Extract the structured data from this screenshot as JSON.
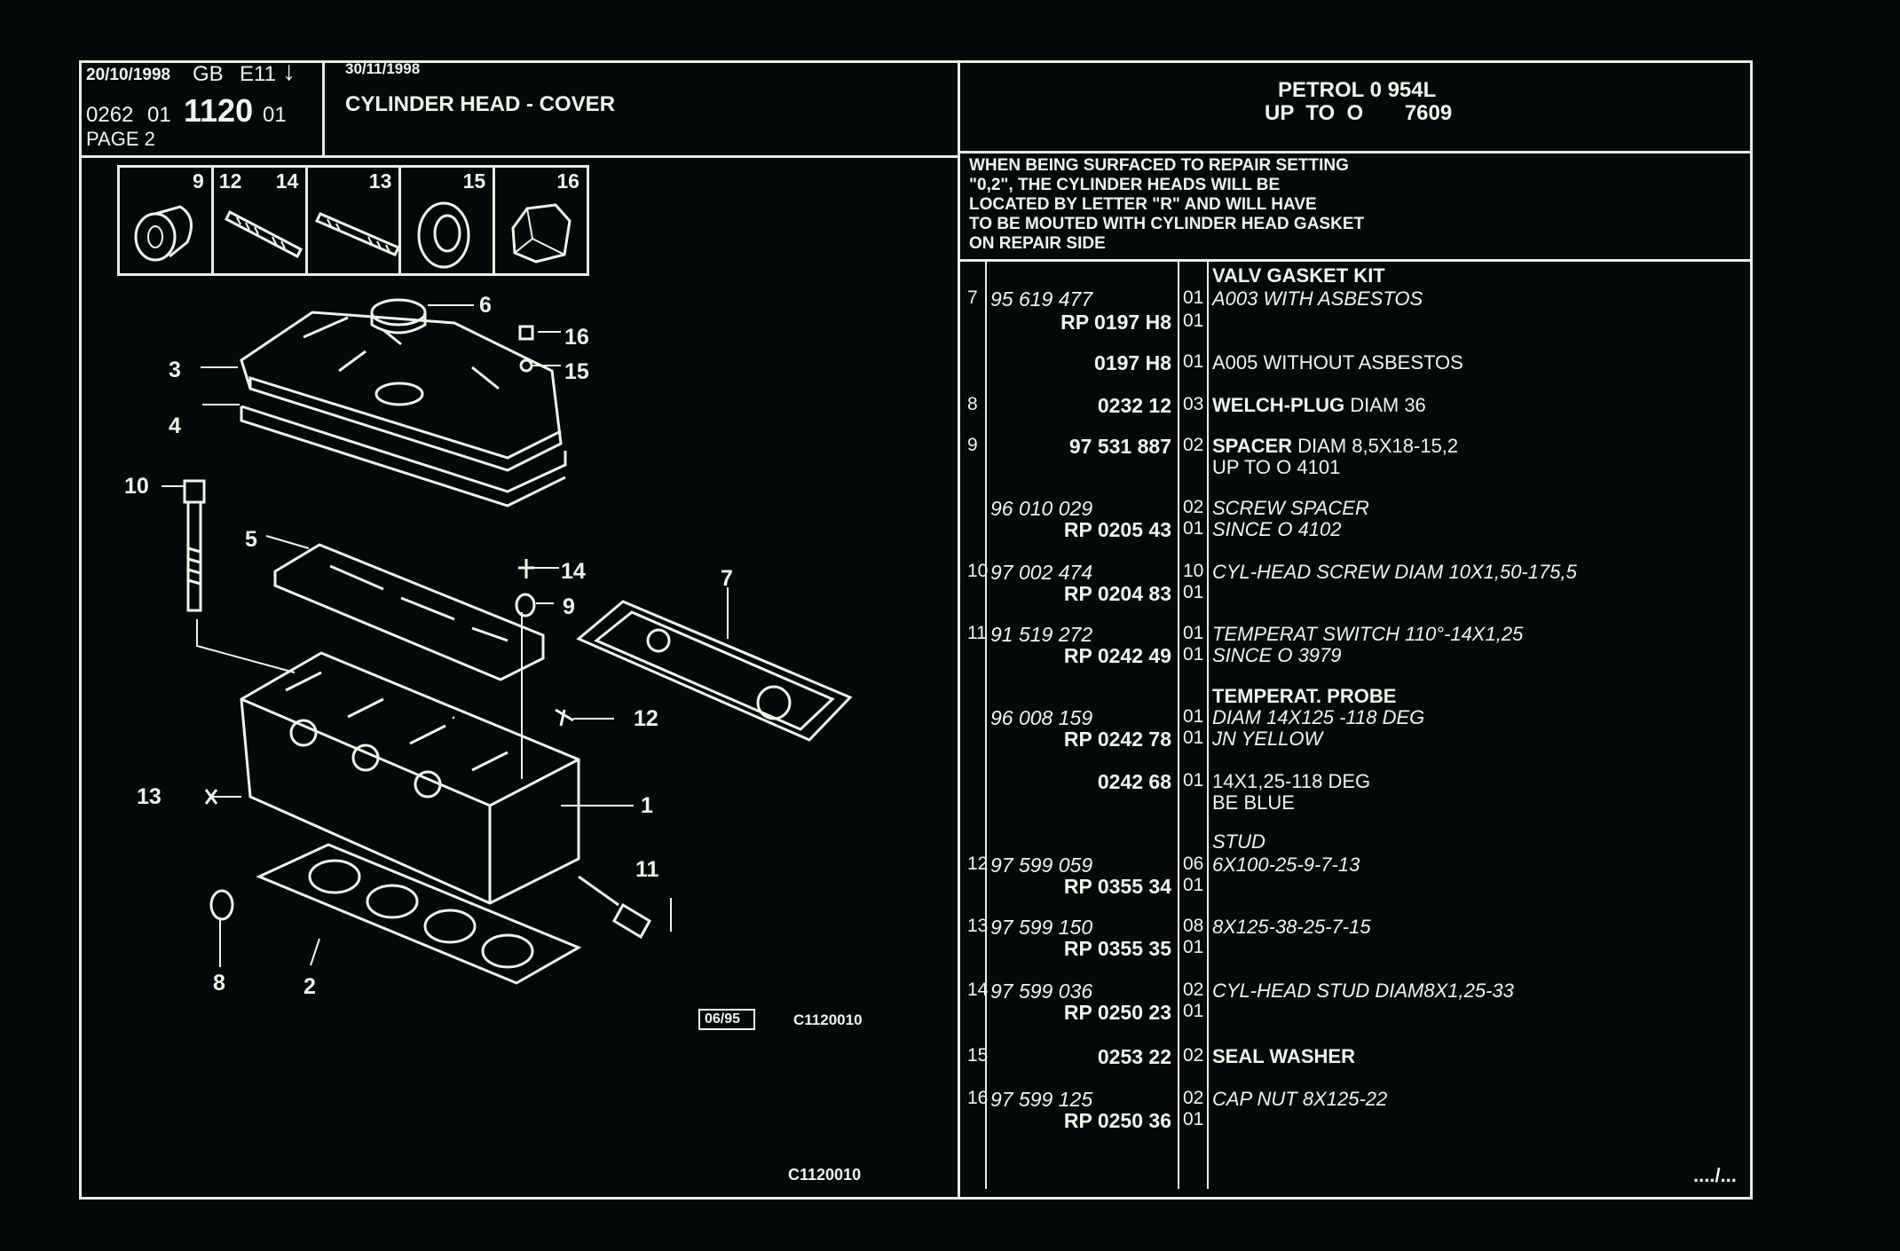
{
  "header": {
    "date": "20/10/1998",
    "country": "GB",
    "edition": "E11",
    "arrow": "↓",
    "date2": "30/11/1998",
    "group": "0262",
    "sub": "01",
    "section": "1120",
    "sub2": "01",
    "page": "PAGE  2",
    "title": "CYLINDER HEAD - COVER",
    "engine_line1": "PETROL 0 954L",
    "engine_line2": "UP  TO  O       7609"
  },
  "note": [
    "WHEN BEING SURFACED TO REPAIR SETTING",
    "\"0,2\", THE CYLINDER HEADS WILL BE",
    "LOCATED BY LETTER \"R\" AND WILL HAVE",
    "TO BE MOUTED WITH CYLINDER HEAD GASKET",
    "ON REPAIR SIDE"
  ],
  "thumbs": [
    {
      "label": "9",
      "icon": "spacer-icon"
    },
    {
      "label": "12      14",
      "icon": "stud-icon"
    },
    {
      "label": "13",
      "icon": "stud-icon"
    },
    {
      "label": "15",
      "icon": "seal-washer-icon"
    },
    {
      "label": "16",
      "icon": "cap-nut-icon"
    }
  ],
  "callouts": [
    "6",
    "16",
    "15",
    "3",
    "4",
    "10",
    "5",
    "14",
    "9",
    "7",
    "12",
    "13",
    "1",
    "11",
    "8",
    "2"
  ],
  "diagram_stamp": "06/95",
  "diagram_code": "C1120010",
  "footer_code": "C1120010",
  "continue_mark": "..../...",
  "parts": [
    {
      "ref": "",
      "num": "",
      "code": "",
      "qty": "",
      "desc": "VALV GASKET KIT",
      "style": "bold"
    },
    {
      "ref": "7",
      "num": "95 619 477",
      "code": "",
      "qty": "01",
      "desc": "A003 WITH ASBESTOS",
      "style": "italic"
    },
    {
      "ref": "",
      "num": "",
      "code": "RP  0197 H8",
      "qty": "01",
      "desc": "",
      "style": "plain"
    },
    {
      "ref": "",
      "num": "",
      "code": "0197 H8",
      "qty": "01",
      "desc": "A005 WITHOUT ASBESTOS",
      "style": "plain"
    },
    {
      "ref": "8",
      "num": "",
      "code": "0232 12",
      "qty": "03",
      "desc": "WELCH-PLUG DIAM 36",
      "style": "mixed"
    },
    {
      "ref": "9",
      "num": "",
      "code": "97 531 887",
      "qty": "02",
      "desc": "SPACER DIAM 8,5X18-15,2",
      "style": "mixed"
    },
    {
      "ref": "",
      "num": "",
      "code": "",
      "qty": "",
      "desc": "UP  TO  O  4101",
      "style": "plain"
    },
    {
      "ref": "",
      "num": "96 010 029",
      "code": "",
      "qty": "02",
      "desc": "SCREW SPACER",
      "style": "italic"
    },
    {
      "ref": "",
      "num": "",
      "code": "RP  0205 43",
      "qty": "01",
      "desc": "SINCE  O  4102",
      "style": "italic"
    },
    {
      "ref": "10",
      "num": "97 002 474",
      "code": "",
      "qty": "10",
      "desc": "CYL-HEAD SCREW DIAM 10X1,50-175,5",
      "style": "italic"
    },
    {
      "ref": "",
      "num": "",
      "code": "RP  0204 83",
      "qty": "01",
      "desc": "",
      "style": "plain"
    },
    {
      "ref": "11",
      "num": "91 519 272",
      "code": "",
      "qty": "01",
      "desc": "TEMPERAT SWITCH 110°-14X1,25",
      "style": "italic"
    },
    {
      "ref": "",
      "num": "",
      "code": "RP  0242 49",
      "qty": "01",
      "desc": "SINCE  O  3979",
      "style": "italic"
    },
    {
      "ref": "",
      "num": "",
      "code": "",
      "qty": "",
      "desc": "TEMPERAT. PROBE",
      "style": "bold"
    },
    {
      "ref": "",
      "num": "96 008 159",
      "code": "",
      "qty": "01",
      "desc": "DIAM 14X125 -118 DEG",
      "style": "italic"
    },
    {
      "ref": "",
      "num": "",
      "code": "RP  0242 78",
      "qty": "01",
      "desc": "JN YELLOW",
      "style": "italic"
    },
    {
      "ref": "",
      "num": "",
      "code": "0242 68",
      "qty": "01",
      "desc": "14X1,25-118 DEG",
      "style": "plain"
    },
    {
      "ref": "",
      "num": "",
      "code": "",
      "qty": "",
      "desc": "BE BLUE",
      "style": "plain"
    },
    {
      "ref": "",
      "num": "",
      "code": "",
      "qty": "",
      "desc": "STUD",
      "style": "italic"
    },
    {
      "ref": "12",
      "num": "97 599 059",
      "code": "",
      "qty": "06",
      "desc": "6X100-25-9-7-13",
      "style": "italic"
    },
    {
      "ref": "",
      "num": "",
      "code": "RP  0355 34",
      "qty": "01",
      "desc": "",
      "style": "plain"
    },
    {
      "ref": "13",
      "num": "97 599 150",
      "code": "",
      "qty": "08",
      "desc": "8X125-38-25-7-15",
      "style": "italic"
    },
    {
      "ref": "",
      "num": "",
      "code": "RP  0355 35",
      "qty": "01",
      "desc": "",
      "style": "plain"
    },
    {
      "ref": "14",
      "num": "97 599 036",
      "code": "",
      "qty": "02",
      "desc": "CYL-HEAD STUD DIAM8X1,25-33",
      "style": "italic"
    },
    {
      "ref": "",
      "num": "",
      "code": "RP  0250 23",
      "qty": "01",
      "desc": "",
      "style": "plain"
    },
    {
      "ref": "15",
      "num": "",
      "code": "0253 22",
      "qty": "02",
      "desc": "SEAL WASHER",
      "style": "bold"
    },
    {
      "ref": "16",
      "num": "97 599 125",
      "code": "",
      "qty": "02",
      "desc": "CAP NUT 8X125-22",
      "style": "italic"
    },
    {
      "ref": "",
      "num": "",
      "code": "RP  0250 36",
      "qty": "01",
      "desc": "",
      "style": "plain"
    }
  ]
}
